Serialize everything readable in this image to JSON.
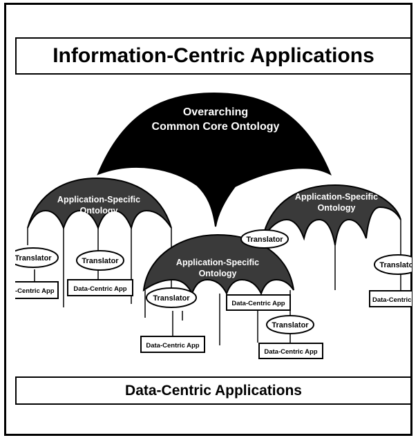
{
  "header": {
    "title": "Information-Centric Applications"
  },
  "footer": {
    "title": "Data-Centric Applications"
  },
  "core": {
    "line1": "Overarching",
    "line2": "Common Core Ontology"
  },
  "ontologies": {
    "left": {
      "line1": "Application-Specific",
      "line2": "Ontology"
    },
    "right": {
      "line1": "Application-Specific",
      "line2": "Ontology"
    },
    "center": {
      "line1": "Application-Specific",
      "line2": "Ontology"
    }
  },
  "translators": {
    "t1": "Translator",
    "t2": "Translator",
    "t3": "Translator",
    "t4": "Translator",
    "t5": "Translator",
    "t6": "Translator"
  },
  "apps": {
    "a1": "Data-Centric App",
    "a2": "Data-Centric App",
    "a3": "Data-Centric App",
    "a4": "Data-Centric App",
    "a5": "Data-Centric App",
    "a6": "Data-Centric App"
  },
  "colors": {
    "core_fill": "#000000",
    "ontology_fill": "#3a3a3a",
    "stroke": "#000000",
    "text_on_dark": "#ffffff"
  }
}
